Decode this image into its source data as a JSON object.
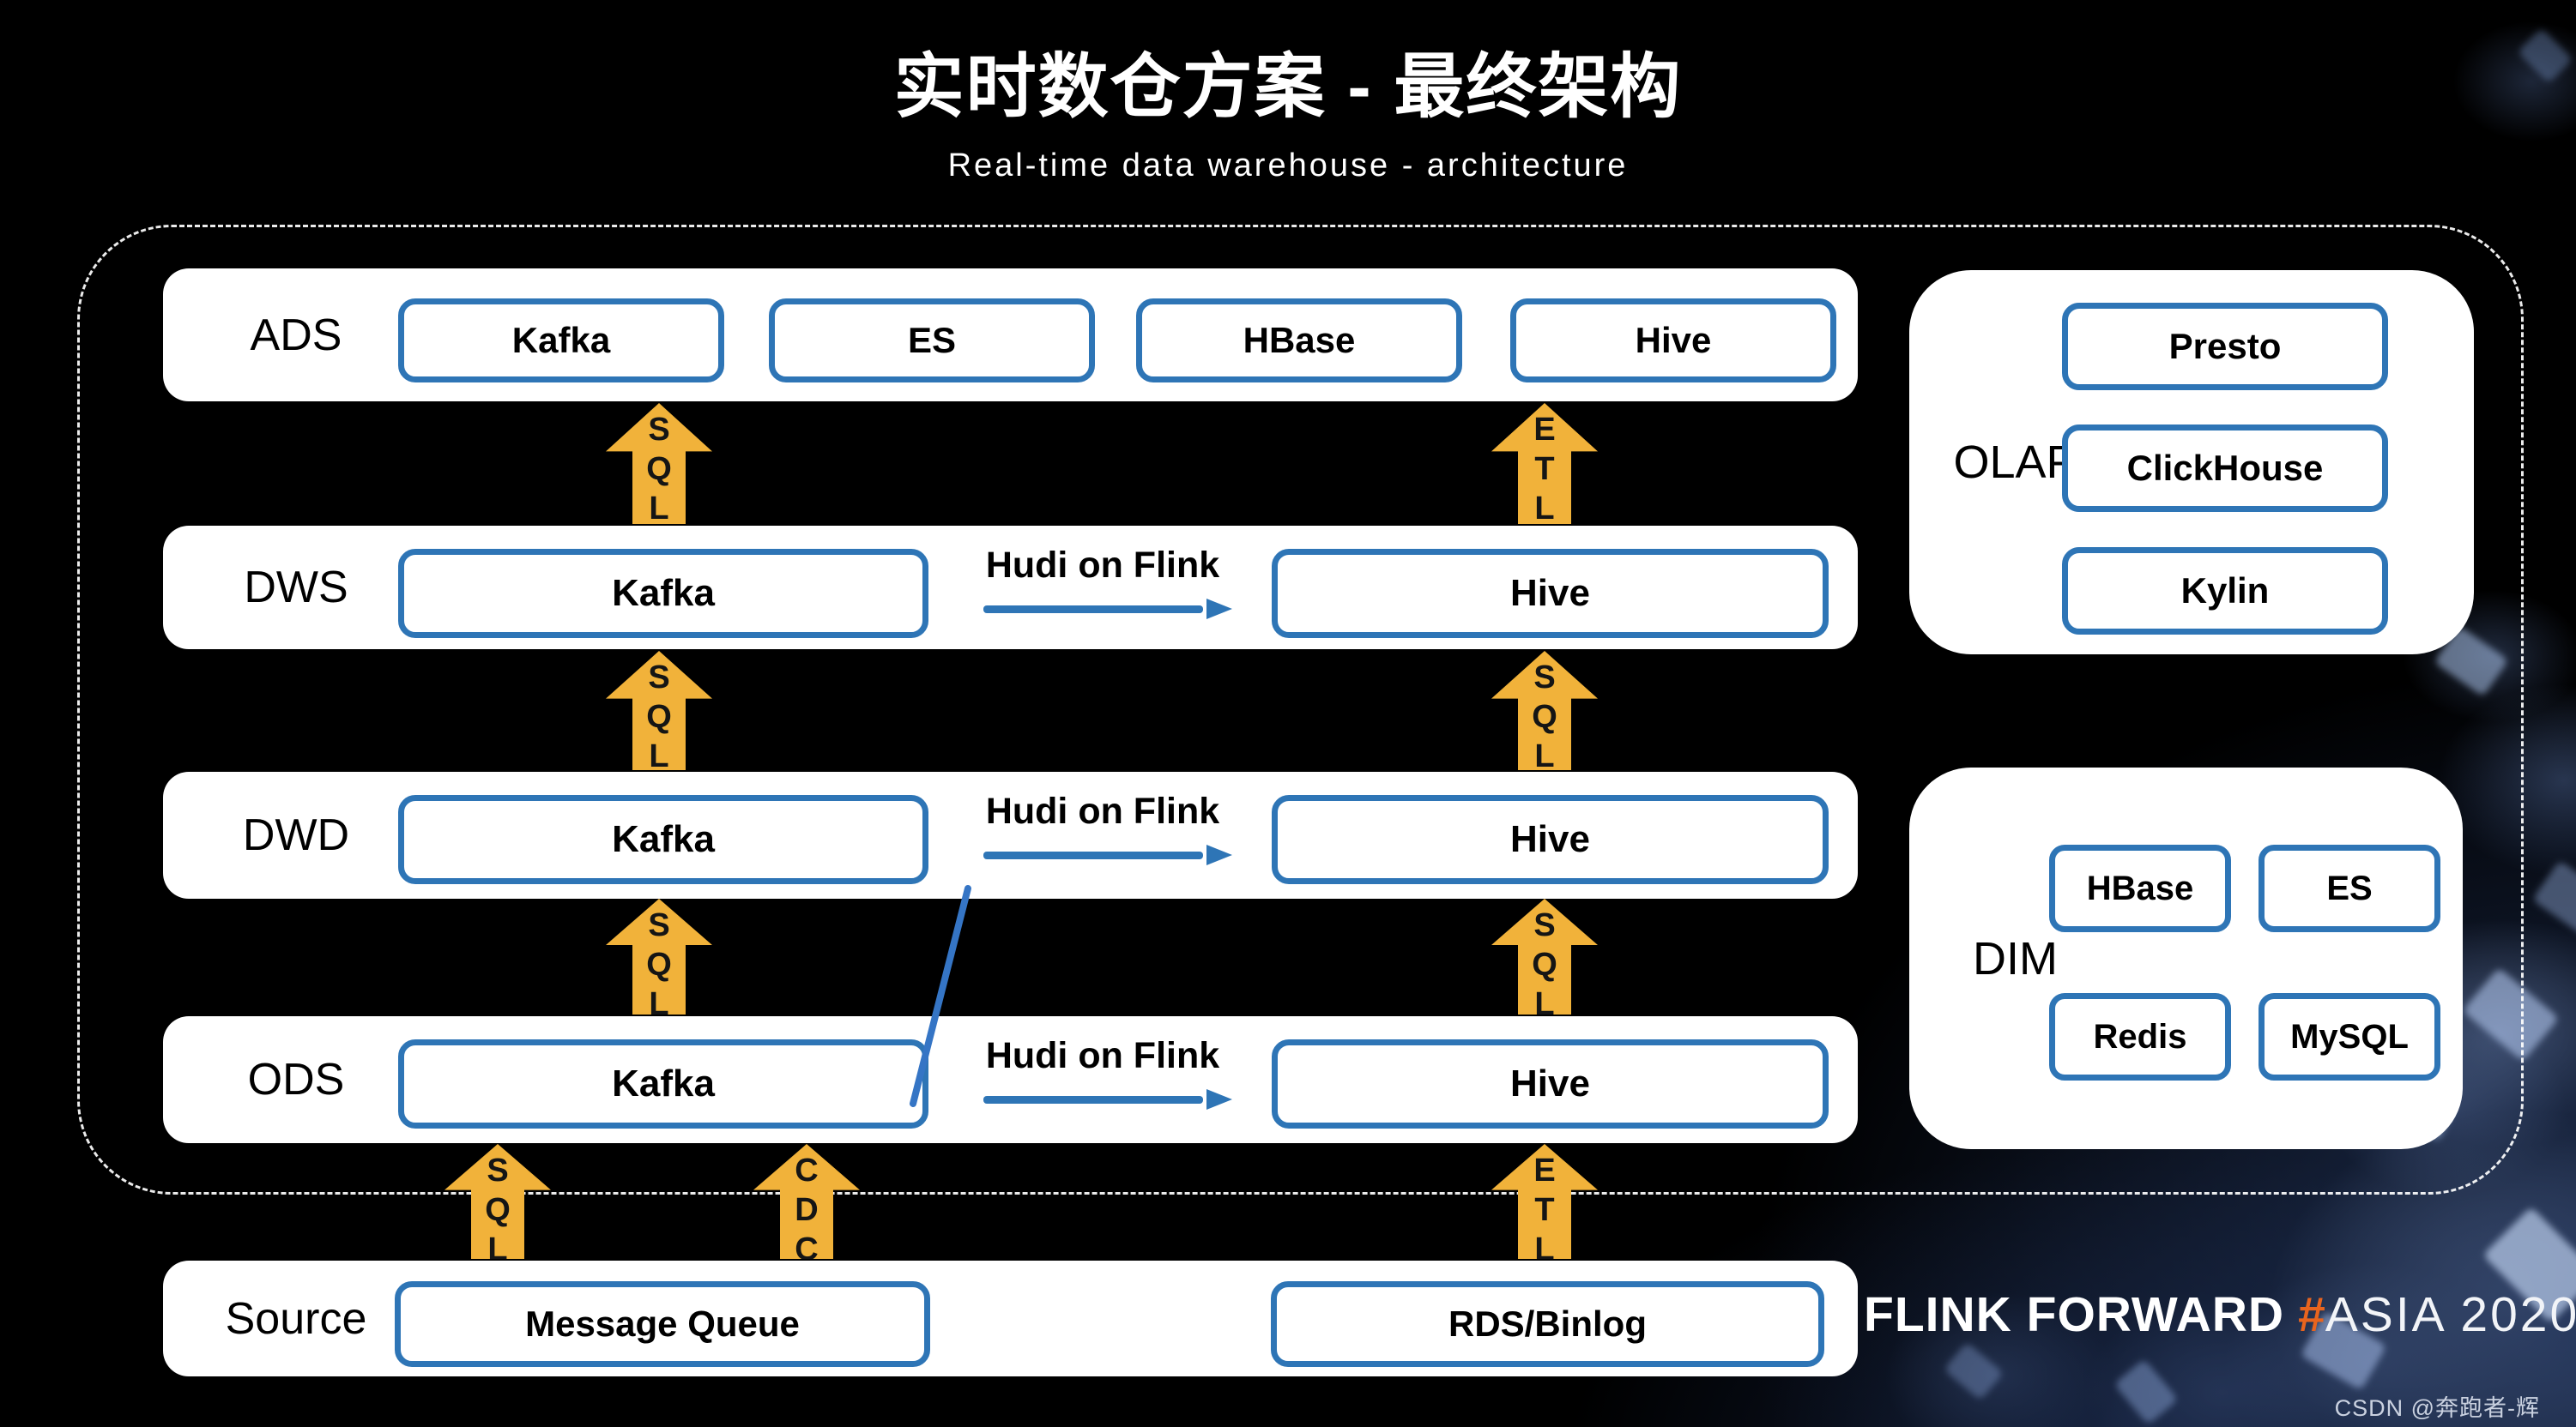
{
  "page": {
    "title": "实时数仓方案 - 最终架构",
    "subtitle": "Real-time data warehouse - architecture"
  },
  "layers": {
    "ads": {
      "label": "ADS",
      "boxes": [
        "Kafka",
        "ES",
        "HBase",
        "Hive"
      ]
    },
    "dws": {
      "label": "DWS",
      "left_box": "Kafka",
      "flow_label": "Hudi on Flink",
      "right_box": "Hive"
    },
    "dwd": {
      "label": "DWD",
      "left_box": "Kafka",
      "flow_label": "Hudi on Flink",
      "right_box": "Hive"
    },
    "ods": {
      "label": "ODS",
      "left_box": "Kafka",
      "flow_label": "Hudi on Flink",
      "right_box": "Hive"
    },
    "source": {
      "label": "Source",
      "boxes": [
        "Message Queue",
        "RDS/Binlog"
      ]
    }
  },
  "arrows": {
    "sql": "SQL",
    "etl": "ETL",
    "cdc": "CDC"
  },
  "olap": {
    "label": "OLAP",
    "boxes": [
      "Presto",
      "ClickHouse",
      "Kylin"
    ]
  },
  "dim": {
    "label": "DIM",
    "boxes": [
      "HBase",
      "ES",
      "Redis",
      "MySQL"
    ]
  },
  "footer": {
    "logo_flink": "FLINK FORWARD",
    "logo_hash": "#",
    "logo_asia": "ASIA 2020",
    "watermark": "CSDN @奔跑者-辉"
  },
  "colors": {
    "background": "#000000",
    "row_bg": "#FFFFFF",
    "box_border_blue": "#2E75B6",
    "arrow_gold": "#F1B23A",
    "logo_orange": "#E8641E",
    "dashed_border": "#FFFFFF"
  }
}
